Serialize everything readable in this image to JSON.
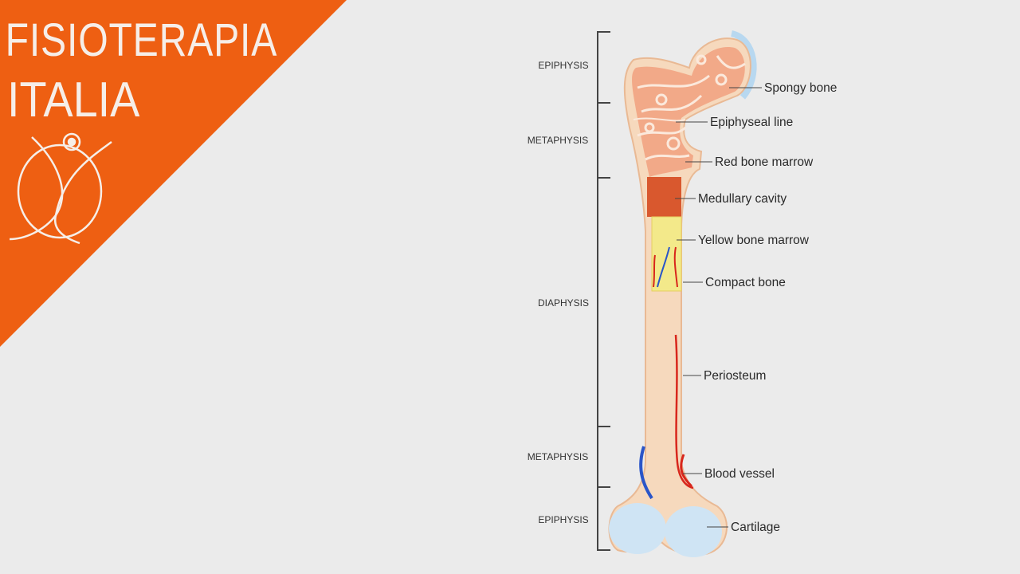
{
  "logo": {
    "line1": "FISIOTERAPIA",
    "line2": "ITALIA",
    "brand_color": "#ee5f12"
  },
  "diagram": {
    "zones": [
      "EPIPHYSIS",
      "METAPHYSIS",
      "DIAPHYSIS",
      "METAPHYSIS",
      "EPIPHYSIS"
    ],
    "labels": {
      "spongy_bone": "Spongy bone",
      "epiphyseal_line": "Epiphyseal line",
      "red_bone_marrow": "Red bone marrow",
      "medullary_cavity": "Medullary cavity",
      "yellow_bone_marrow": "Yellow bone marrow",
      "compact_bone": "Compact bone",
      "periosteum": "Periosteum",
      "blood_vessel": "Blood vessel",
      "cartilage": "Cartilage"
    }
  }
}
